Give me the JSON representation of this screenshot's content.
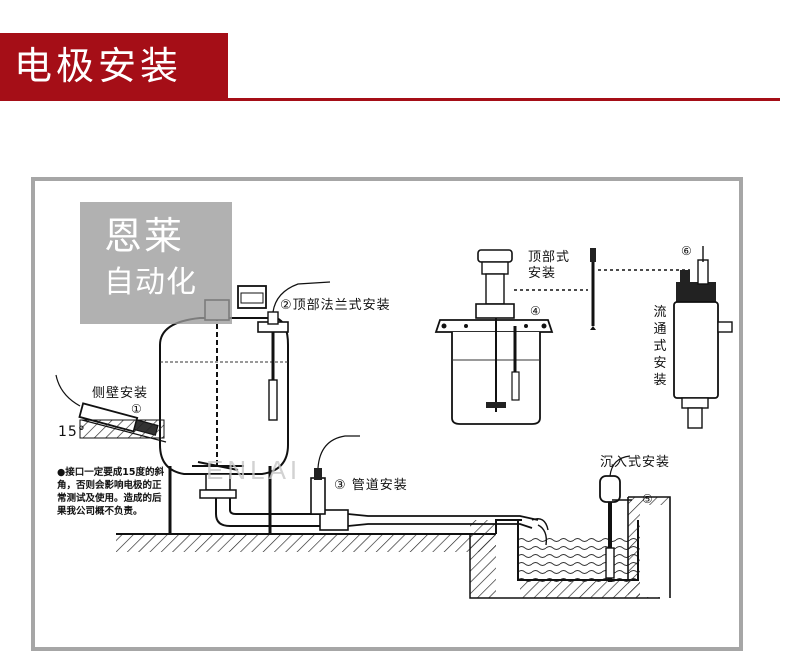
{
  "header": {
    "title": "电极安装"
  },
  "watermark": {
    "line1": "恩莱",
    "line2": "自动化",
    "latin": "ENLAI"
  },
  "labels": {
    "top_flange": "②顶部法兰式安装",
    "side_wall": "侧壁安装",
    "side_wall_num": "①",
    "angle": "15°",
    "pipeline": "③ 管道安装",
    "top_mount_line1": "顶部式",
    "top_mount_line2": "安装",
    "top_mount_num": "④",
    "flow_through_num": "⑥",
    "flow_through": "流通式安装",
    "immersion": "沉入式安装",
    "immersion_num": "⑤"
  },
  "note": "●接口一定要成15度的斜角，否则会影响电极的正常测试及使用。造成的后果我公司概不负责。",
  "colors": {
    "accent": "#a50e17",
    "frame": "#a6a6a6",
    "watermark_bg": "#9b9b9b"
  }
}
